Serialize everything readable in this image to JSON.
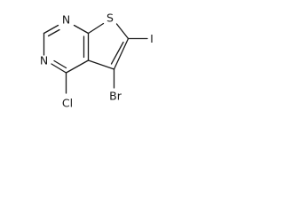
{
  "molecule": {
    "atoms": {
      "n_top": "N",
      "n_left": "N",
      "sulfur": "S",
      "iodine": "I",
      "bromine": "Br",
      "chlorine": "Cl"
    }
  }
}
